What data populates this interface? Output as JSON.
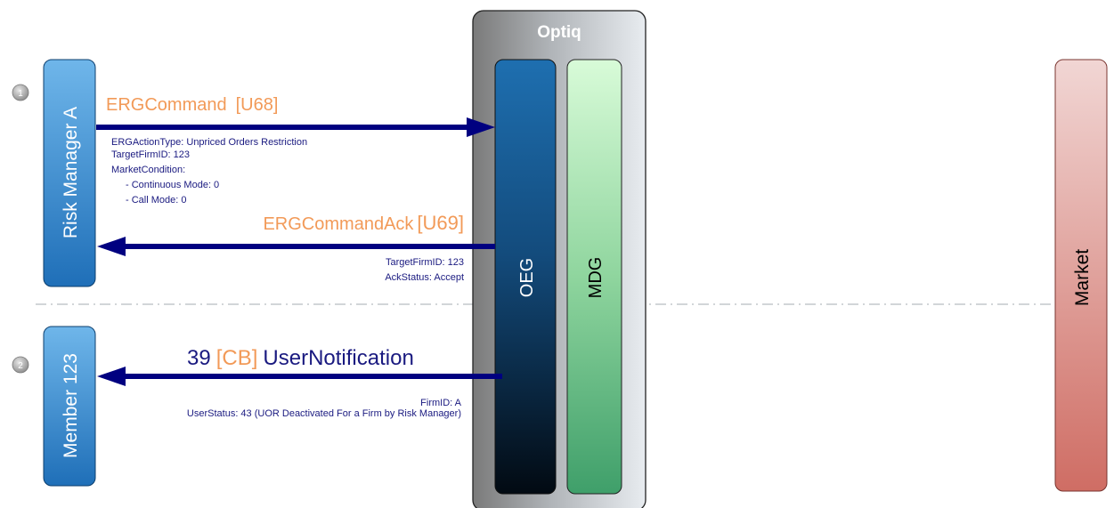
{
  "optiq": {
    "title": "Optiq",
    "oeg": "OEG",
    "mdg": "MDG"
  },
  "actors": {
    "risk_manager": "Risk Manager A",
    "member": "Member 123",
    "market": "Market"
  },
  "steps": [
    {
      "number": "1"
    },
    {
      "number": "2"
    }
  ],
  "messages": {
    "erg_command": {
      "name": "ERGCommand",
      "code": "[U68]",
      "details": [
        "ERGActionType: Unpriced Orders Restriction",
        "TargetFirmID: 123",
        "MarketCondition:",
        "- Continuous Mode: 0",
        "- Call Mode: 0"
      ]
    },
    "erg_command_ack": {
      "name": "ERGCommandAck",
      "code": "[U69]",
      "details": [
        "TargetFirmID: 123",
        "AckStatus: Accept"
      ]
    },
    "user_notification": {
      "prefix": "39",
      "code": "[CB]",
      "name": "UserNotification",
      "details": [
        "FirmID: A",
        "UserStatus: 43 (UOR Deactivated For a Firm by Risk Manager)"
      ]
    }
  },
  "colors": {
    "arrow": "#000080",
    "message_name": "#F29A58",
    "detail_text": "#1A1A80",
    "actor_blue": "#2B7CC4",
    "market_red": "#D9817A",
    "oeg_top": "#1E6FAF",
    "mdg_green": "#56B07A"
  }
}
